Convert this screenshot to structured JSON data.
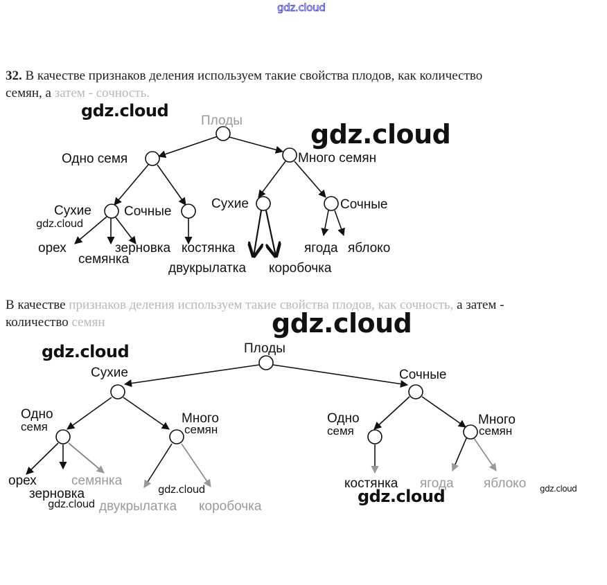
{
  "header": {
    "site_link": "gdz.cloud"
  },
  "watermark": "gdz.cloud",
  "task": {
    "number": "32.",
    "paragraph1_line1": "В качестве признаков деления используем такие свойства плодов, как количество",
    "paragraph1_line2a": "семян, а",
    "paragraph1_line2b": " затем - сочность.",
    "paragraph2_line1a": "В качестве ",
    "paragraph2_line1b": "признаков деления используем такие свойства плодов, как сочность,",
    "paragraph2_line1c": " а затем -",
    "paragraph2_line2a": "количество ",
    "paragraph2_line2b": "семян"
  },
  "tree1": {
    "root": "Плоды",
    "level1": [
      "Одно семя",
      "Много семян"
    ],
    "level2": [
      "Сухие",
      "Сочные",
      "Сухие",
      "Сочные"
    ],
    "leaves": [
      "орех",
      "семянка",
      "зерновка",
      "костянка",
      "двукрылатка",
      "коробочка",
      "ягода",
      "яблоко"
    ]
  },
  "tree2": {
    "root": "Плоды",
    "level1": [
      "Сухие",
      "Сочные"
    ],
    "level2": [
      "Одно",
      "семя",
      "Много",
      "семян",
      "Одно",
      "семя",
      "Много",
      "семян"
    ],
    "leaves": [
      "орех",
      "зерновка",
      "семянка",
      "двукрылатка",
      "коробочка",
      "костянка",
      "ягода",
      "яблоко"
    ]
  }
}
